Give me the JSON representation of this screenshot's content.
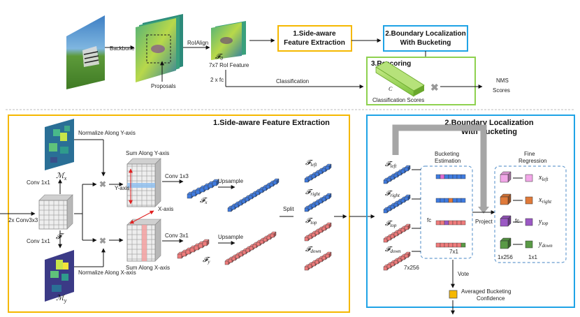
{
  "colors": {
    "yellow": "#f5b800",
    "sky": "#1fa3e6",
    "green": "#8ed14f",
    "blue_cell": "#3f7be0",
    "red_cell": "#ef7b7b",
    "gray_arrow": "#a6a6a6"
  },
  "top": {
    "backbone": "Backbone",
    "proposals": "Proposals",
    "roialign": "RoIAlign",
    "f0": "𝓕",
    "f0_sub": "0",
    "roi_feature": "7x7 RoI Feature",
    "fc2": "2 x fc",
    "classification": "Classification",
    "box1": [
      "1.Side-aware",
      "Feature Extraction"
    ],
    "box2": [
      "2.Boundary Localization",
      "With Bucketing"
    ],
    "box3": "3.Rescoring",
    "c_label": "C",
    "class_scores": "Classification Scores",
    "nms": [
      "NMS",
      "Scores"
    ]
  },
  "left": {
    "title": "1.Side-aware Feature Extraction",
    "conv2": "2x Conv3x3",
    "conv1_top": "Conv 1x1",
    "conv1_bot": "Conv 1x1",
    "mx": "ℳ",
    "mx_sub": "x",
    "my": "ℳ",
    "my_sub": "y",
    "F": "𝓕",
    "norm_y": "Normalize Along Y-axis",
    "norm_x": "Normalize Along X-axis",
    "sum_y": "Sum Along Y-axis",
    "sum_x": "Sum Along X-axis",
    "yaxis": "Y-axis",
    "xaxis": "X-axis",
    "conv13": "Conv 1x3",
    "conv31": "Conv 3x1",
    "upsample1": "Upsample",
    "upsample2": "Upsample",
    "fx": "𝓕",
    "fx_sub": "x",
    "fy": "𝓕",
    "fy_sub": "y",
    "split": "Split",
    "f_left": "left",
    "f_right": "right",
    "f_top": "top",
    "f_down": "down"
  },
  "right": {
    "title": [
      "2.Boundary Localization",
      "With Bucketing"
    ],
    "bucketing": [
      "Bucketing",
      "Estimation"
    ],
    "fine": [
      "Fine",
      "Regression"
    ],
    "fc1": "fc",
    "fc2": "fc",
    "project": "Project",
    "size_7x1": "7x1",
    "size_7x256": "7x256",
    "size_1x256": "1x256",
    "size_1x1": "1x1",
    "vote": "Vote",
    "avg": [
      "Averaged Bucketing",
      "Confidence"
    ],
    "x_left": "x",
    "x_left_sub": "left",
    "x_right": "x",
    "x_right_sub": "right",
    "y_top": "y",
    "y_top_sub": "top",
    "y_down": "y",
    "y_down_sub": "down"
  }
}
